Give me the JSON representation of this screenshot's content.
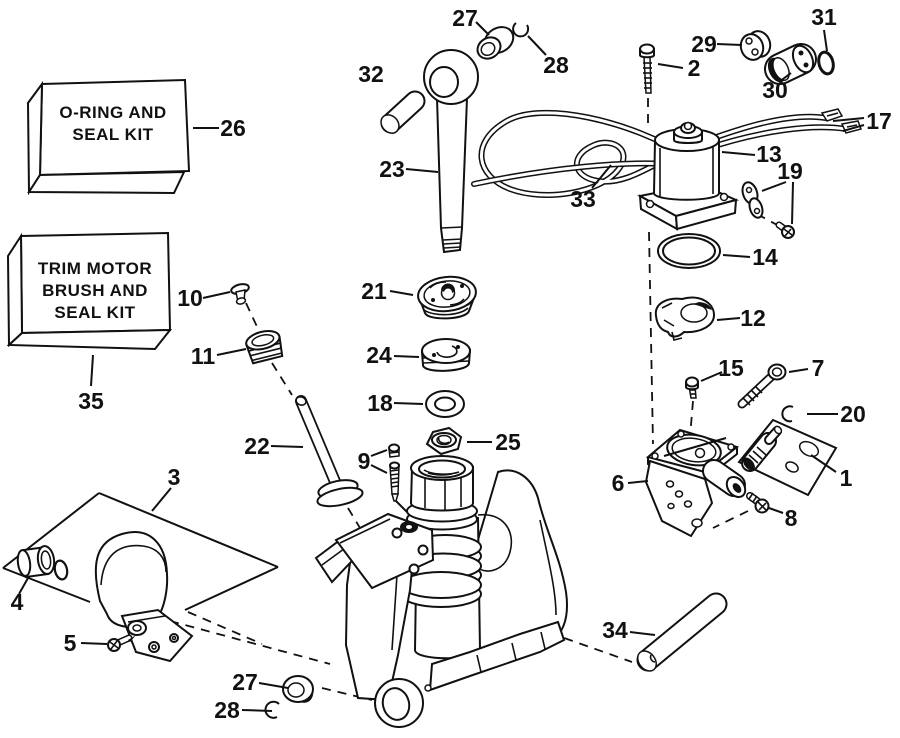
{
  "figure": {
    "background_color": "#ffffff",
    "line_color": "#111111"
  },
  "kit_boxes": [
    {
      "callout": "26",
      "lines": [
        "O-RING AND",
        "SEAL KIT"
      ]
    },
    {
      "callout": "35",
      "lines": [
        "TRIM MOTOR",
        "BRUSH AND",
        "SEAL KIT"
      ]
    }
  ],
  "callouts": {
    "n1": "1",
    "n2": "2",
    "n3": "3",
    "n4": "4",
    "n5": "5",
    "n6": "6",
    "n7": "7",
    "n8": "8",
    "n9": "9",
    "n10": "10",
    "n11": "11",
    "n12": "12",
    "n13": "13",
    "n14": "14",
    "n15": "15",
    "n17": "17",
    "n18": "18",
    "n19": "19",
    "n20": "20",
    "n21": "21",
    "n22": "22",
    "n23": "23",
    "n24": "24",
    "n25": "25",
    "n26": "26",
    "n27_top": "27",
    "n27_bottom": "27",
    "n28_top": "28",
    "n28_bottom": "28",
    "n29": "29",
    "n30": "30",
    "n31": "31",
    "n32": "32",
    "n33": "33",
    "n34": "34",
    "n35": "35"
  }
}
